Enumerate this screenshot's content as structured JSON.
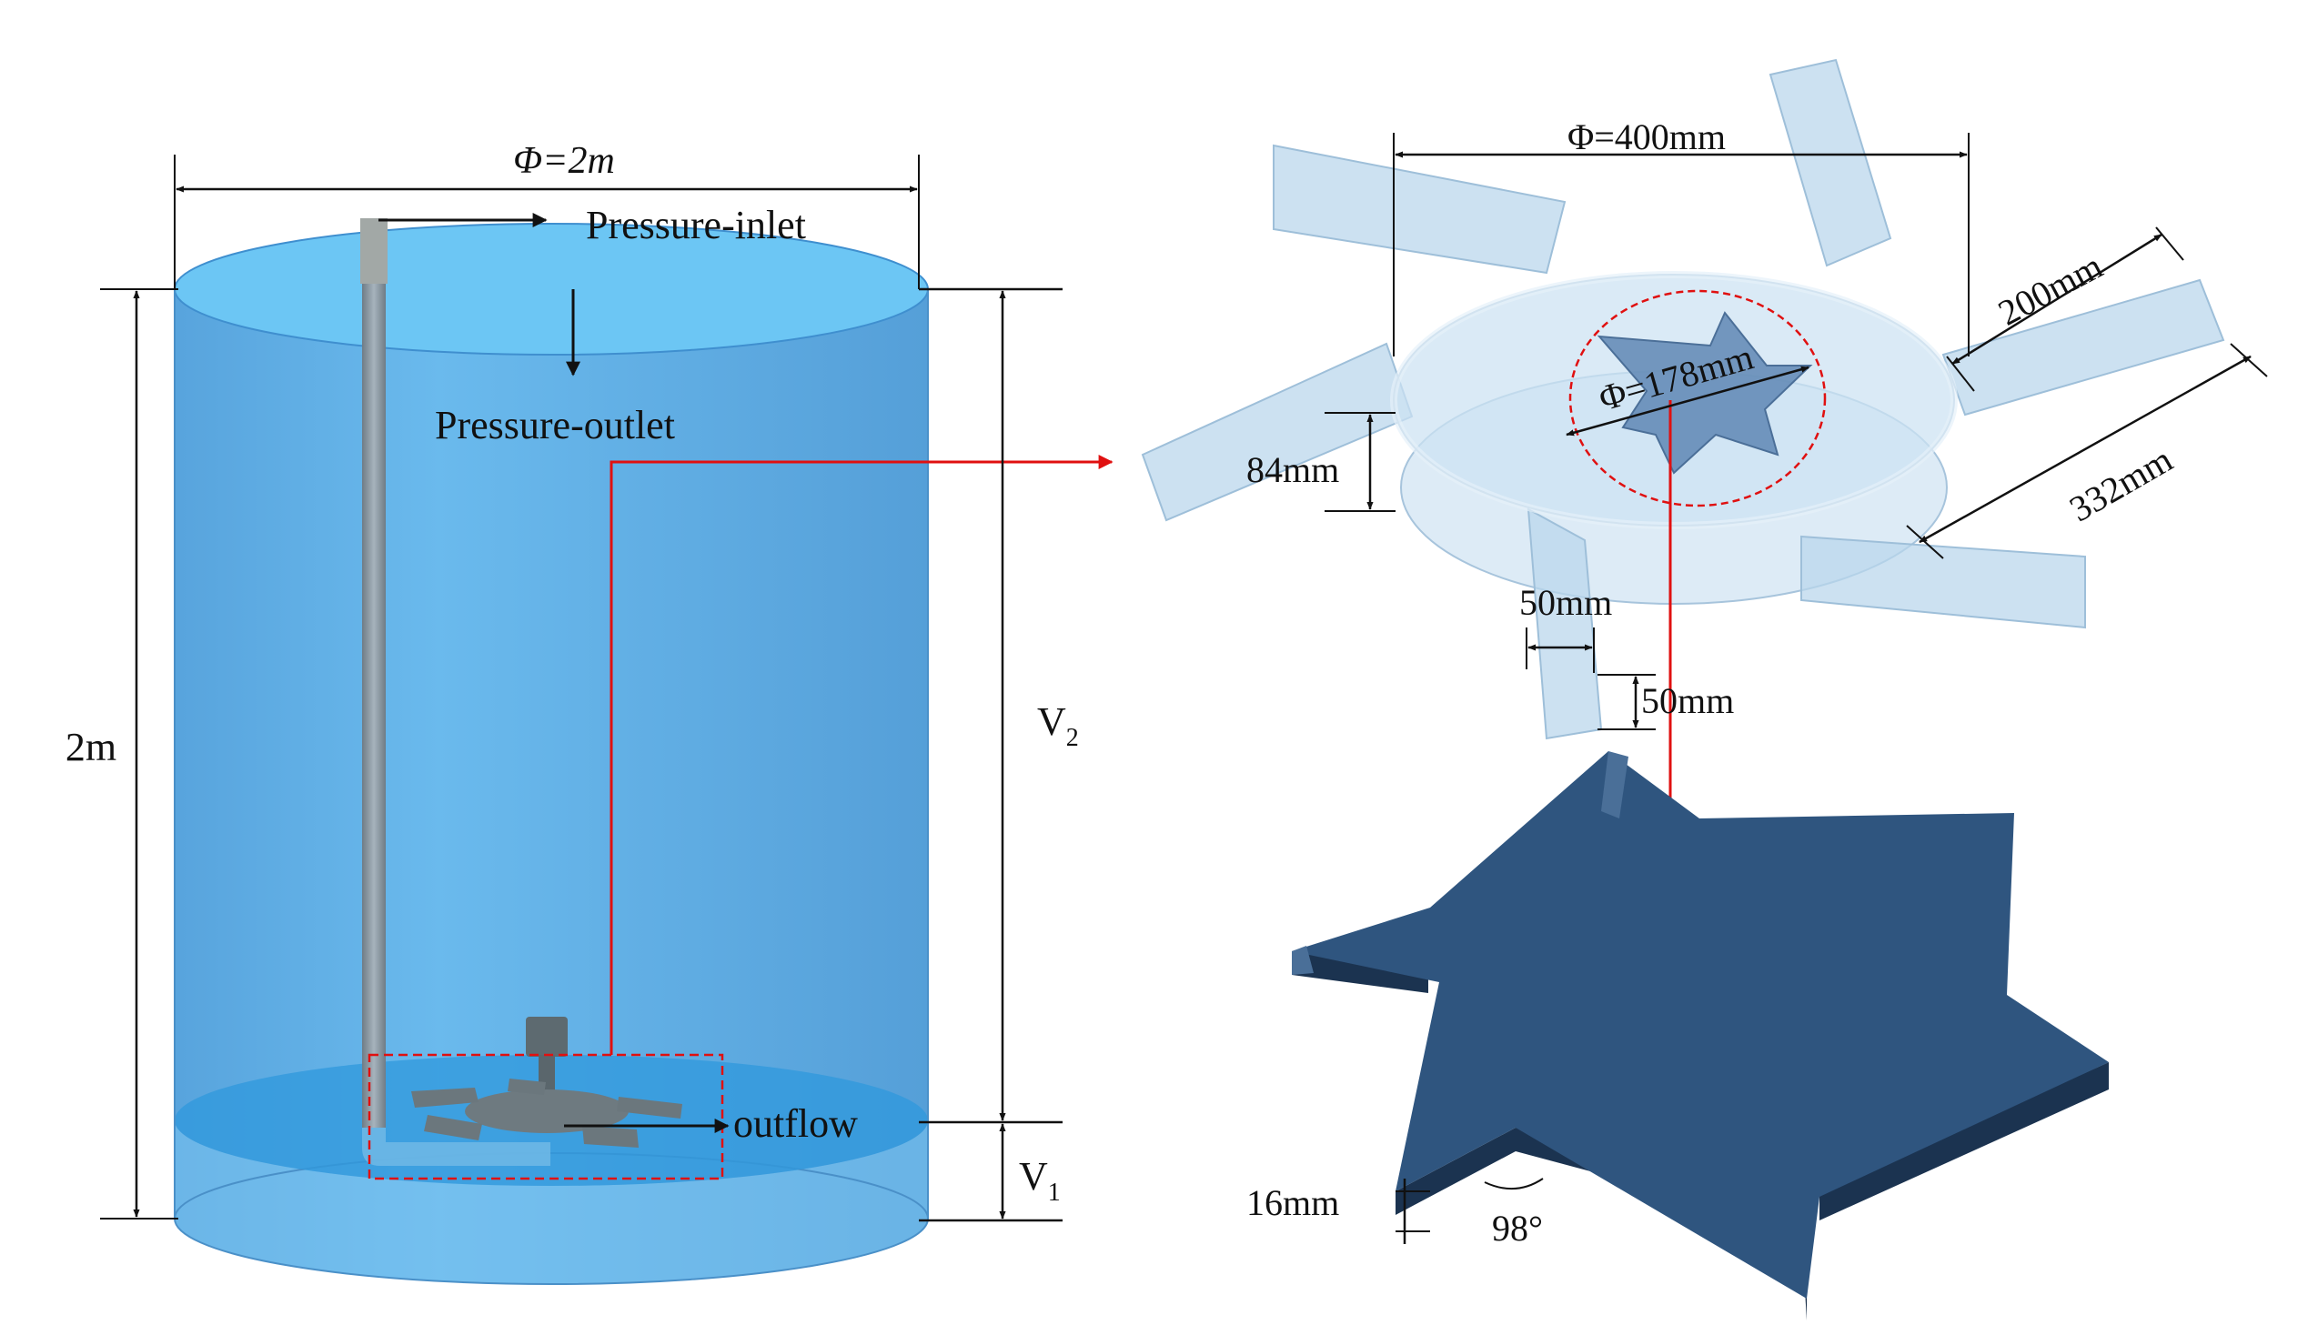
{
  "tank": {
    "diameter_label": "Φ=2m",
    "height_label": "2m",
    "inlet_label": "Pressure-inlet",
    "outlet_label": "Pressure-outlet",
    "outflow_label": "outflow",
    "v2_label": "V",
    "v2_sub": "2",
    "v1_label": "V",
    "v1_sub": "1"
  },
  "impeller": {
    "outer_diameter_label": "Φ=400mm",
    "blade_length_label": "200mm",
    "span_label": "332mm",
    "hub_diameter_label": "Φ=178mm",
    "disc_height_label": "84mm",
    "blade_width_label": "50mm",
    "blade_height_label": "50mm"
  },
  "star_plate": {
    "thickness_label": "16mm",
    "angle_label": "98°"
  },
  "colors": {
    "water_body": "#5aaee8",
    "water_top": "#66c2f2",
    "water_band": "#3a9ad6",
    "impeller_blade": "#b9d6ec",
    "star_top": "#2f557f",
    "star_side": "#1b3350",
    "pointer_red": "#e01010",
    "pipe_grey": "#8d9ba6"
  }
}
